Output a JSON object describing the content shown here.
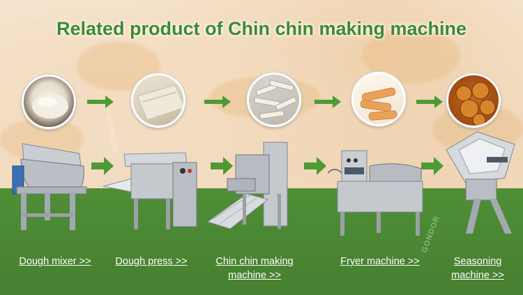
{
  "title": "Related product of Chin chin making machine",
  "links": [
    {
      "label": "Dough mixer >>"
    },
    {
      "label": "Dough press >>"
    },
    {
      "label_line1": "Chin chin making",
      "label_line2": "machine >>"
    },
    {
      "label": "Fryer machine >>"
    },
    {
      "label_line1": "Seasoning",
      "label_line2": "machine >>"
    }
  ],
  "watermark": "GONDOR",
  "colors": {
    "title": "#3f8a2c",
    "band": "#4f8f37",
    "arrow": "#4d9a36"
  }
}
